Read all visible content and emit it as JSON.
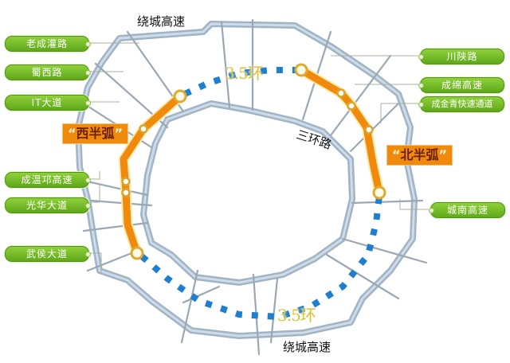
{
  "map": {
    "colors": {
      "arc_orange": "#f08a0c",
      "ring_35_blue": "#1e7fd0",
      "road_blue_gray": "#9fb4c6",
      "label_green": "#6bb521",
      "ring_label_yellow": "#d4c24a"
    },
    "road_labels": {
      "ring_expressway_top": "绕城高速",
      "ring_expressway_bottom": "绕城高速",
      "third_ring": "三环路"
    },
    "ring_35_labels": {
      "top": "3.5环",
      "bottom": "3.5环"
    },
    "callouts": {
      "west_arc": {
        "open_quote": "“",
        "text": "西半弧",
        "close_quote": "”"
      },
      "north_arc": {
        "open_quote": "“",
        "text": "北半弧",
        "close_quote": "”"
      }
    },
    "left_roads": [
      {
        "label": "老成灌路"
      },
      {
        "label": "蜀西路"
      },
      {
        "label": "IT大道"
      },
      {
        "label": "成温邛高速"
      },
      {
        "label": "光华大道"
      },
      {
        "label": "武侯大道"
      }
    ],
    "right_roads": [
      {
        "label": "川陕路"
      },
      {
        "label": "成绵高速"
      },
      {
        "label": "成金青快速通道"
      },
      {
        "label": "城南高速"
      }
    ]
  }
}
